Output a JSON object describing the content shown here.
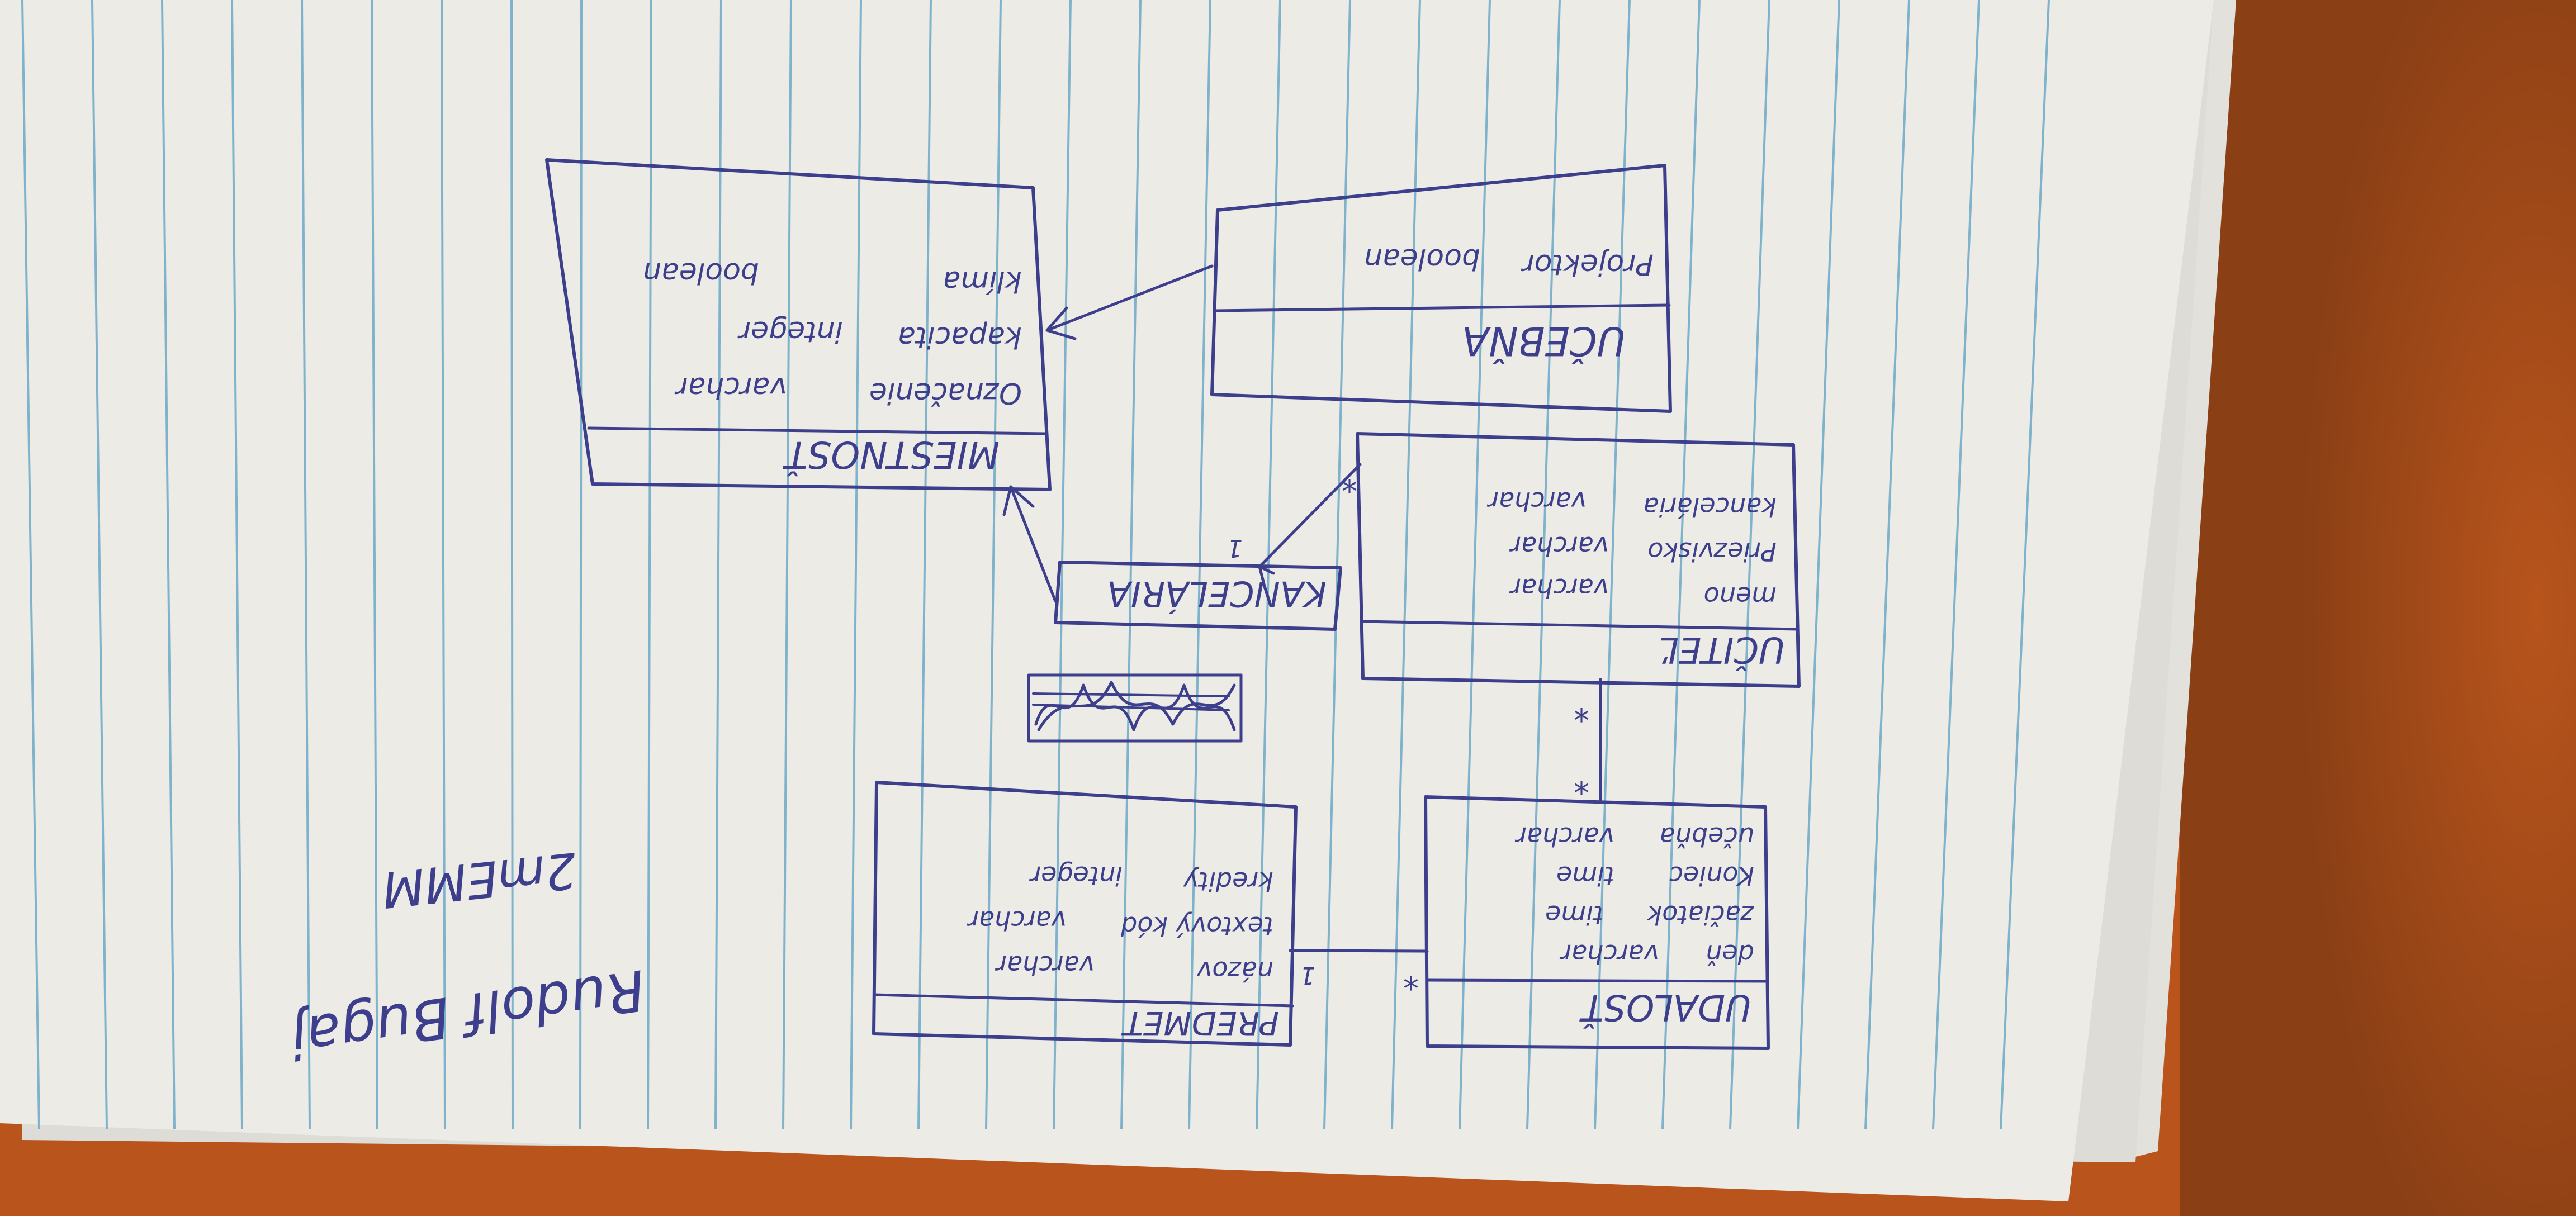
{
  "author": {
    "name": "Rudolf Bugaj",
    "group": "2mEMM"
  },
  "classes": {
    "udalost": {
      "name": "UDALOSŤ",
      "attributes": [
        {
          "name": "deň",
          "type": "varchar"
        },
        {
          "name": "začiatok",
          "type": "time"
        },
        {
          "name": "Koniec",
          "type": "time"
        },
        {
          "name": "učebňa",
          "type": "varchar"
        }
      ]
    },
    "predmet": {
      "name": "PREDMET",
      "attributes": [
        {
          "name": "názov",
          "type": "varchar"
        },
        {
          "name": "textový kód",
          "type": "varchar"
        },
        {
          "name": "kredity",
          "type": "integer"
        }
      ]
    },
    "ucitel": {
      "name": "UČITEĽ",
      "attributes": [
        {
          "name": "meno",
          "type": "varchar"
        },
        {
          "name": "Priezvisko",
          "type": "varchar"
        },
        {
          "name": "kancelária",
          "type": "varchar"
        }
      ]
    },
    "kancelaria": {
      "name": "KANCELÁRIA"
    },
    "ucebna": {
      "name": "UČEBŇA",
      "attributes": [
        {
          "name": "Projektor",
          "type": "boolean"
        }
      ]
    },
    "miestnost": {
      "name": "MIESTNOSŤ",
      "attributes": [
        {
          "name": "Označenie",
          "type": "varchar"
        },
        {
          "name": "kapacita",
          "type": "integer"
        },
        {
          "name": "klíma",
          "type": "boolean"
        }
      ]
    }
  },
  "multiplicities": {
    "udalost_predmet": "*",
    "predmet_udalost": "1",
    "udalost_ucitel": "*",
    "ucitel_udalost": "*",
    "ucitel_kancelaria": "*",
    "kancelaria_ucitel": "1"
  },
  "colors": {
    "ink": "#3d3e8c",
    "paper": "#ecebe6",
    "rule_line": "#7fb3cc",
    "table": "#b8541c"
  }
}
